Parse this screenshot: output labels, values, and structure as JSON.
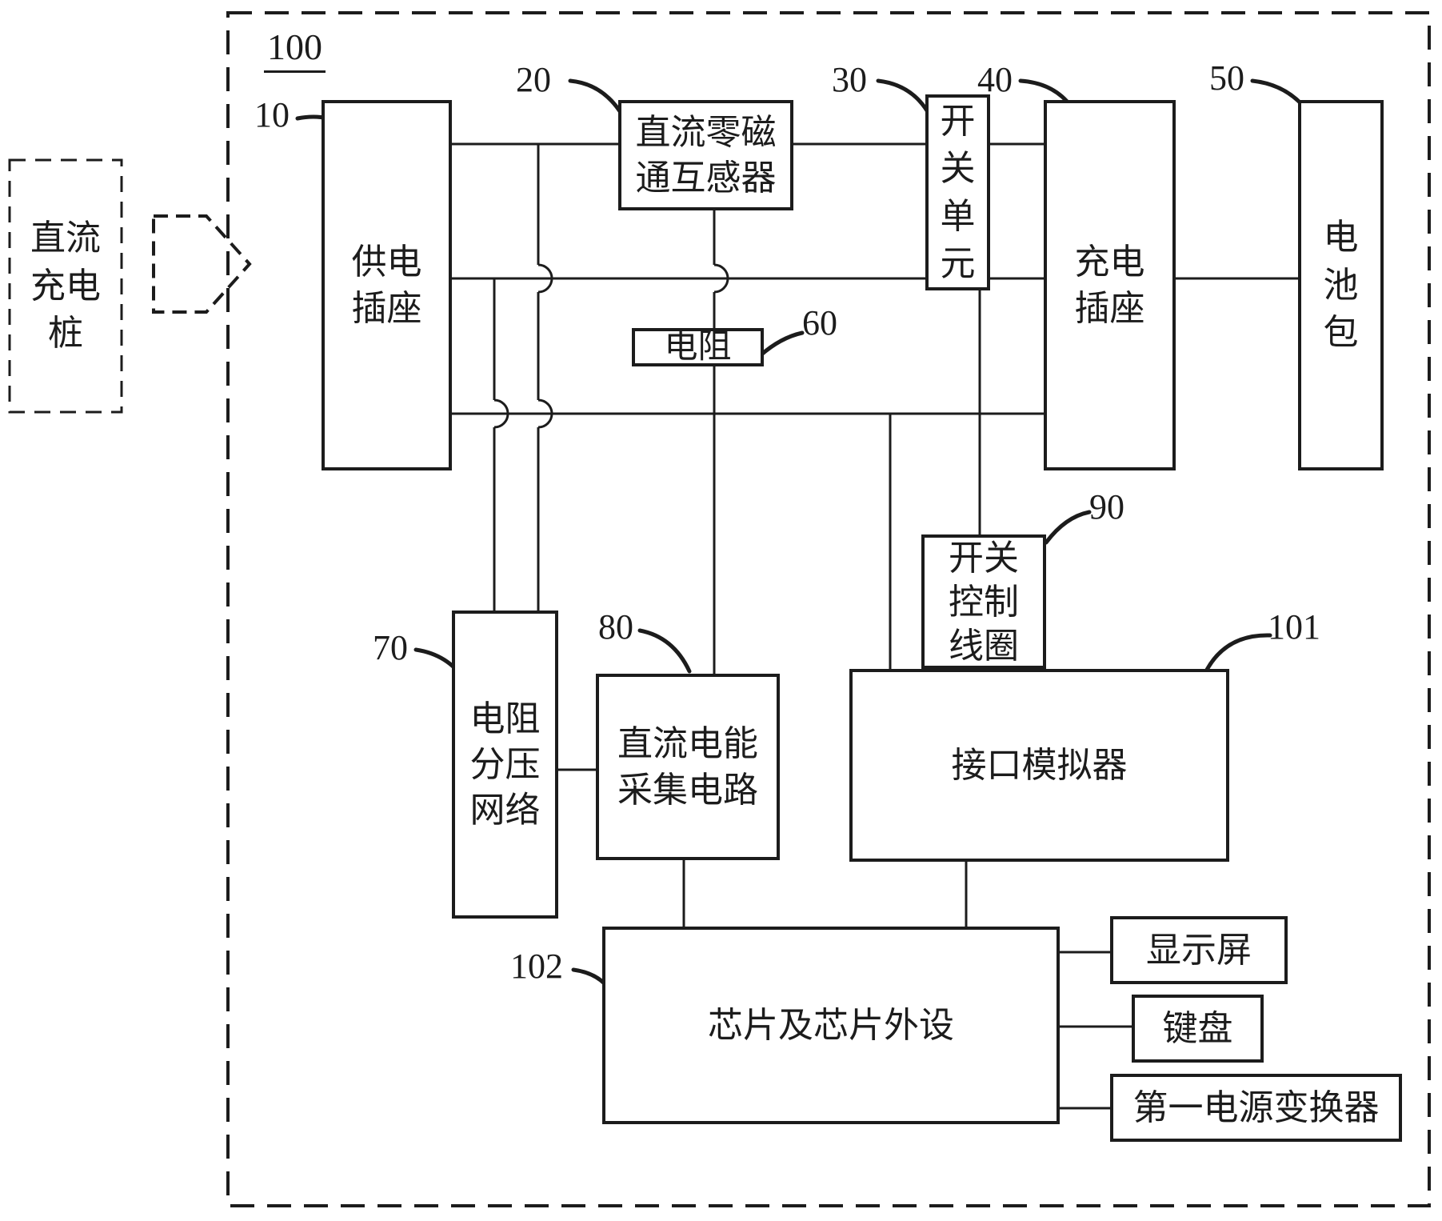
{
  "colors": {
    "line": "#1c1c1c",
    "background": "#ffffff"
  },
  "boundary_ref": "100",
  "external_source": {
    "label": "直流充电桩"
  },
  "blocks": {
    "b10": {
      "ref": "10",
      "label": "供电插座"
    },
    "b20": {
      "ref": "20",
      "label": "直流零磁通互感器"
    },
    "b30": {
      "ref": "30",
      "label": "开关单元"
    },
    "b40": {
      "ref": "40",
      "label": "充电插座"
    },
    "b50": {
      "ref": "50",
      "label": "电池包"
    },
    "b60": {
      "ref": "60",
      "label": "电阻"
    },
    "b70": {
      "ref": "70",
      "label": "电阻分压网络"
    },
    "b80": {
      "ref": "80",
      "label": "直流电能采集电路"
    },
    "b90": {
      "ref": "90",
      "label": "开关控制线圈"
    },
    "b101": {
      "ref": "101",
      "label": "接口模拟器"
    },
    "b102": {
      "ref": "102",
      "label": "芯片及芯片外设"
    },
    "display": {
      "label": "显示屏"
    },
    "keyboard": {
      "label": "键盘"
    },
    "converter": {
      "label": "第一电源变换器"
    }
  }
}
